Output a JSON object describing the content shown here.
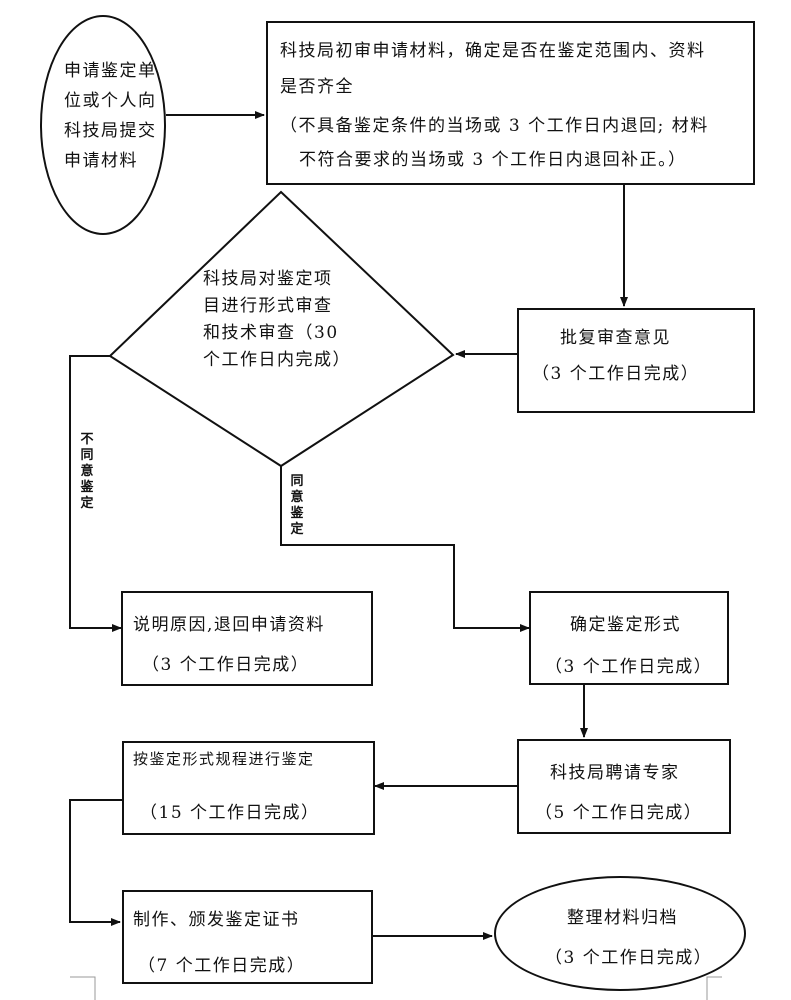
{
  "nodes": {
    "submit": {
      "lines": [
        "申请鉴定单",
        "位或个人向",
        "科技局提交",
        "申请材料"
      ]
    },
    "initial_review": {
      "lines": [
        "科技局初审申请材料，确定是否在鉴定范围内、资料",
        "是否齐全"
      ],
      "note_lines": [
        "（不具备鉴定条件的当场或 3 个工作日内退回; 材料",
        "不符合要求的当场或 3 个工作日内退回补正。）"
      ]
    },
    "approval_opinion": {
      "title": "批复审查意见",
      "time": "（3 个工作日完成）"
    },
    "formal_review": {
      "lines": [
        "科技局对鉴定项",
        "目进行形式审查",
        "和技术审查（30",
        "个工作日内完成）"
      ]
    },
    "reject": {
      "title": "说明原因,退回申请资料",
      "time": "（3 个工作日完成）"
    },
    "determine_form": {
      "title": "确定鉴定形式",
      "time": "（3 个工作日完成）"
    },
    "hire_experts": {
      "title": "科技局聘请专家",
      "time": "（5 个工作日完成）"
    },
    "appraise": {
      "title": "按鉴定形式规程进行鉴定",
      "time": "（15 个工作日完成）"
    },
    "certificate": {
      "title": "制作、颁发鉴定证书",
      "time": "（7 个工作日完成）"
    },
    "archive": {
      "title": "整理材料归档",
      "time": "（3 个工作日完成）"
    }
  },
  "edge_labels": {
    "disagree": "不同意鉴定",
    "agree": "同意鉴定"
  }
}
